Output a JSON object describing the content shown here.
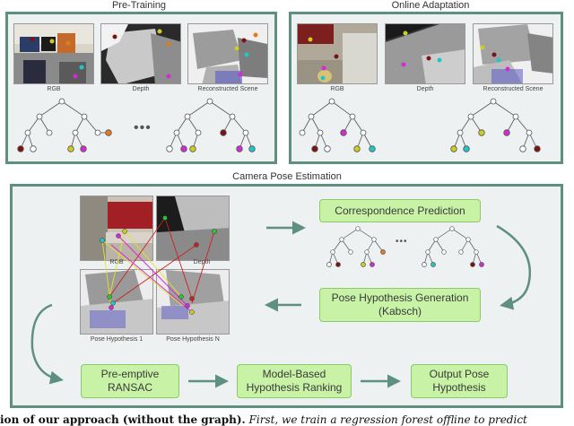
{
  "pretraining": {
    "title": "Pre-Training",
    "captions": {
      "rgb": "RGB",
      "depth": "Depth",
      "scene": "Reconstructed Scene"
    },
    "ellipsis": "•••"
  },
  "online": {
    "title": "Online Adaptation",
    "captions": {
      "rgb": "RGB",
      "depth": "Depth",
      "scene": "Reconstructed Scene"
    }
  },
  "pose": {
    "title": "Camera Pose Estimation",
    "captions": {
      "rgb": "RGB",
      "depth": "Depth",
      "hyp1": "Pose Hypothesis 1",
      "hypN": "Pose Hypothesis N"
    },
    "ellipsis": "•••",
    "steps": {
      "correspondence": "Correspondence Prediction",
      "pose_gen_line1": "Pose Hypothesis Generation",
      "pose_gen_line2": "(Kabsch)",
      "ransac_line1": "Pre-emptive",
      "ransac_line2": "RANSAC",
      "ranking_line1": "Model-Based",
      "ranking_line2": "Hypothesis Ranking",
      "output_line1": "Output Pose",
      "output_line2": "Hypothesis"
    }
  },
  "caption_text": {
    "bold": "ion of our approach (without the graph).",
    "italic": " First, we train a regression forest offline to predict"
  },
  "colors": {
    "panel_border": "#5f8f7f",
    "panel_bg": "#eef1f1",
    "box_fill": "#c8f2a6",
    "box_border": "#8cc96a",
    "arrow": "#5f8f7f"
  }
}
